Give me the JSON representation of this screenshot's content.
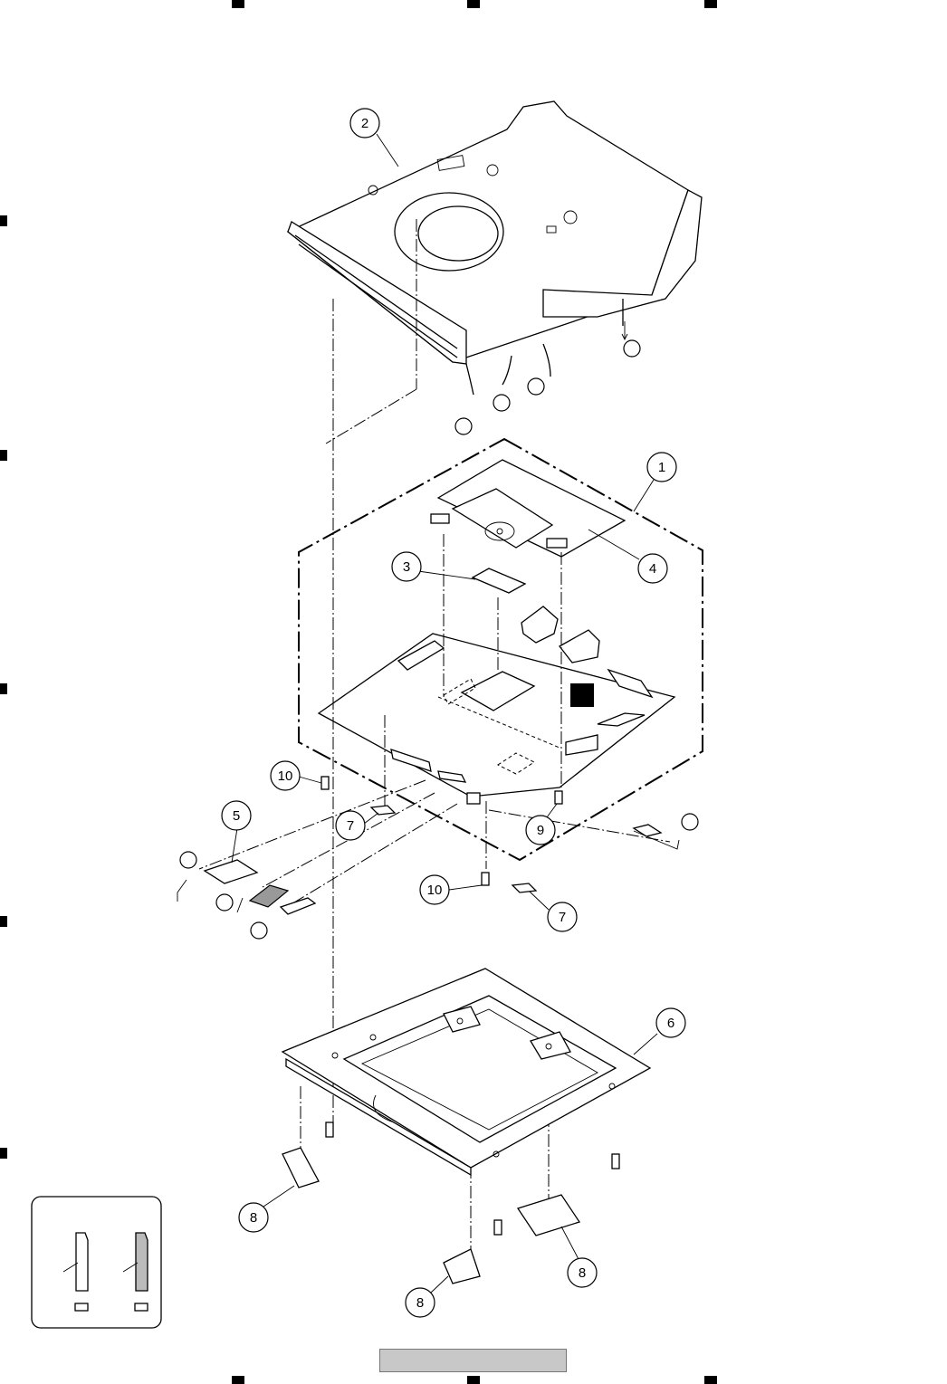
{
  "callouts": {
    "c1": "1",
    "c2": "2",
    "c3": "3",
    "c4": "4",
    "c5": "5",
    "c6": "6",
    "c7a": "7",
    "c7b": "7",
    "c8a": "8",
    "c8b": "8",
    "c8c": "8",
    "c9": "9",
    "c10a": "10",
    "c10b": "10"
  },
  "colors": {
    "line": "#000000",
    "footer_bar": "#c8c8c8",
    "marker": "#000000"
  },
  "footer_bar_text": ""
}
